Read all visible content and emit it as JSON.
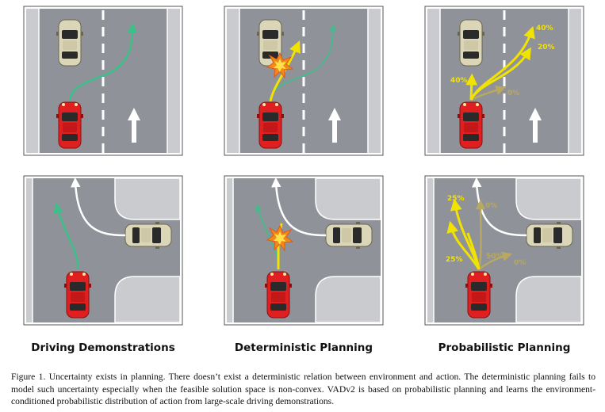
{
  "panels": {
    "col1": {
      "title": "Driving Demonstrations"
    },
    "col2": {
      "title": "Deterministic Planning"
    },
    "col3": {
      "title": "Probabilistic Planning",
      "top_probs": [
        "40%",
        "20%",
        "40%",
        "0%"
      ],
      "bottom_probs": [
        "25%",
        "0%",
        "25%",
        "50%",
        "0%"
      ]
    }
  },
  "caption": "Figure 1. Uncertainty exists in planning. There doesn’t exist a deterministic relation between environment and action. The deterministic planning fails to model such uncertainty especially when the feasible solution space is non-convex. VADv2 is based on probabilistic planning and learns the environment-conditioned probabilistic distribution of action from large-scale driving demonstrations.",
  "colors": {
    "road": "#8f9399",
    "lane_line": "#ffffff",
    "curb": "#c9cbce",
    "demo_path": "#3cc08a",
    "planned_path": "#f2e200",
    "faded_path": "#b8a860",
    "ego_car": "#e02020",
    "other_car": "#dcd6b8"
  },
  "icons": [
    "car-icon",
    "collision-icon",
    "forward-arrow-icon"
  ]
}
